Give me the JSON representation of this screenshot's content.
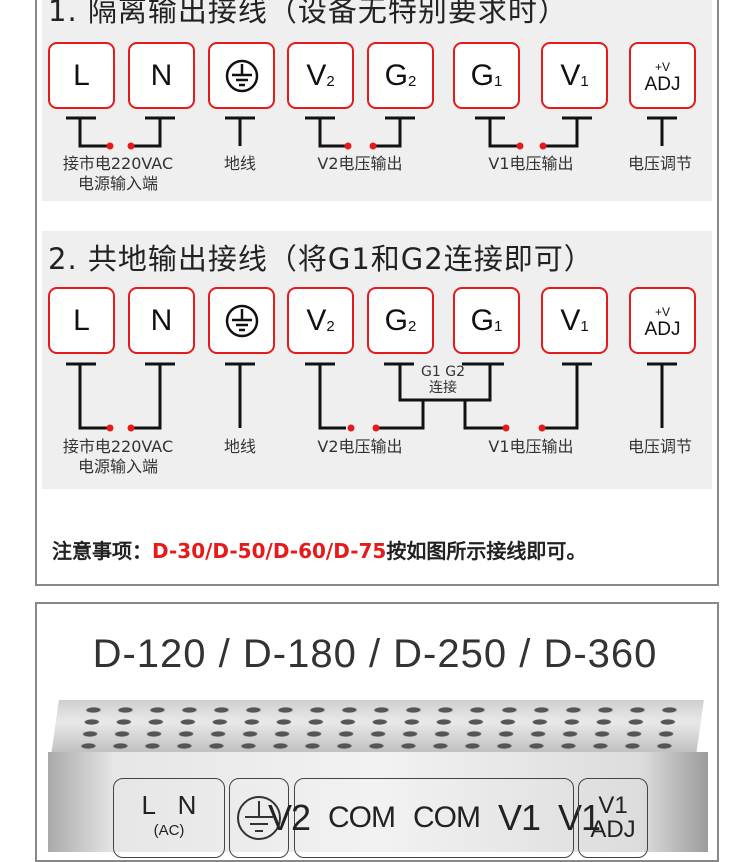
{
  "section1": {
    "title": "1. 隔离输出接线（设备无特别要求时）",
    "labels": {
      "ac_line1": "接市电220VAC",
      "ac_line2": "电源输入端",
      "ground": "地线",
      "v2": "V2电压输出",
      "v1": "V1电压输出",
      "adj": "电压调节"
    }
  },
  "section2": {
    "title": "2. 共地输出接线（将G1和G2连接即可）",
    "link_line1": "G1 G2",
    "link_line2": "连接",
    "labels": {
      "ac_line1": "接市电220VAC",
      "ac_line2": "电源输入端",
      "ground": "地线",
      "v2": "V2电压输出",
      "v1": "V1电压输出",
      "adj": "电压调节"
    }
  },
  "terminals": {
    "l": "L",
    "n": "N",
    "v": "V",
    "g": "G",
    "two": "2",
    "one": "1",
    "adj_top": "+V",
    "adj_bottom": "ADJ"
  },
  "note": {
    "prefix": "注意事项：",
    "models": "D-30/D-50/D-60/D-75",
    "suffix": "按如图所示接线即可。"
  },
  "models_heading": "D-120 / D-180 / D-250 / D-360",
  "psu_labels": {
    "l": "L",
    "n": "N",
    "ac": "(AC)",
    "v2": "V2",
    "com1": "COM",
    "com2": "COM",
    "v1a": "V1",
    "v1b": "V1",
    "adj_top": "V1",
    "adj_bottom": "ADJ"
  },
  "colors": {
    "accent": "#e51a1a",
    "panel": "#efefef"
  }
}
